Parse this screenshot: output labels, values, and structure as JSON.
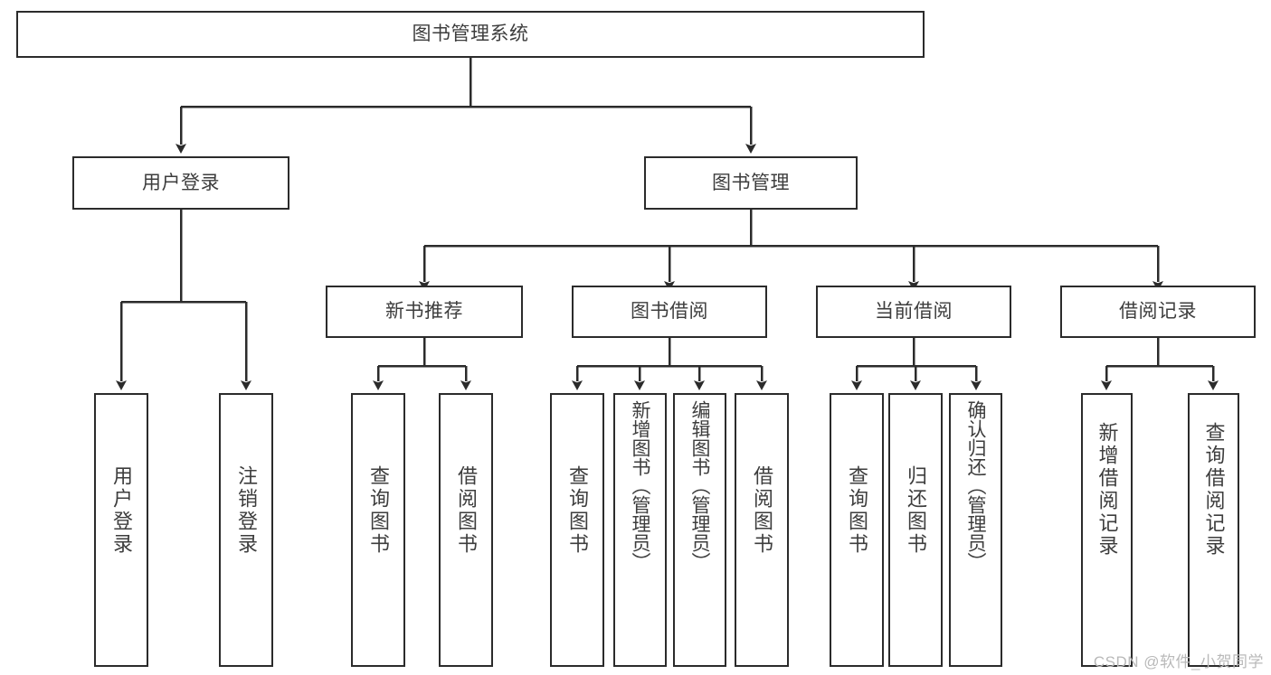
{
  "diagram": {
    "type": "hierarchy-tree",
    "title": "图书管理系统",
    "watermark": "CSDN @软件_小贺同学",
    "colors": {
      "stroke": "#2b2b2b",
      "box_fill": "#ffffff",
      "text": "#3d3d3d",
      "watermark": "#b9b9b9",
      "background": "#ffffff"
    },
    "levels": {
      "root": {
        "label": "图书管理系统"
      },
      "level2": [
        {
          "label": "用户登录"
        },
        {
          "label": "图书管理"
        }
      ],
      "level3": [
        {
          "label": "新书推荐"
        },
        {
          "label": "图书借阅"
        },
        {
          "label": "当前借阅"
        },
        {
          "label": "借阅记录"
        }
      ],
      "leaves": {
        "user_login": [
          {
            "label": "用户登录"
          },
          {
            "label": "注销登录"
          }
        ],
        "new_book_recommend": [
          {
            "label": "查询图书"
          },
          {
            "label": "借阅图书"
          }
        ],
        "book_borrow": [
          {
            "label": "查询图书"
          },
          {
            "label": "新增图书（管理员）"
          },
          {
            "label": "编辑图书（管理员）"
          },
          {
            "label": "借阅图书"
          }
        ],
        "current_borrow": [
          {
            "label": "查询图书"
          },
          {
            "label": "归还图书"
          },
          {
            "label": "确认归还（管理员）"
          }
        ],
        "borrow_record": [
          {
            "label": "新增借阅记录"
          },
          {
            "label": "查询借阅记录"
          }
        ]
      }
    }
  }
}
